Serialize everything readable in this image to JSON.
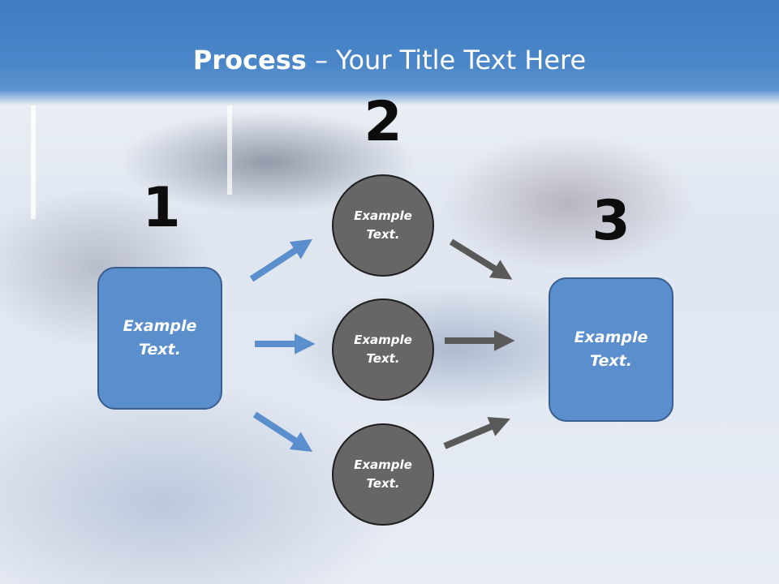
{
  "slide": {
    "title_bold": "Process",
    "title_rest": " – Your Title Text Here"
  },
  "steps": {
    "one": {
      "number": "1",
      "text": "Example\nText."
    },
    "two": {
      "number": "2",
      "top": "Example\nText.",
      "middle": "Example\nText.",
      "bottom": "Example\nText."
    },
    "three": {
      "number": "3",
      "text": "Example\nText."
    }
  },
  "colors": {
    "header_blue": "#4a86c8",
    "box_blue": "#5b8ecc",
    "box_border": "#385f90",
    "circle_gray": "#666666",
    "arrow_blue": "#5b8ecc",
    "arrow_gray": "#595959"
  }
}
